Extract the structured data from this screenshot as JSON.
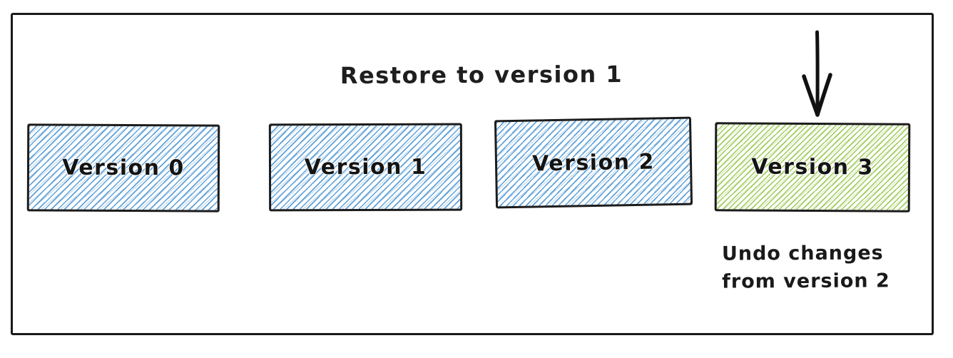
{
  "title": "Restore to version 1",
  "boxes": [
    {
      "label": "Version 0",
      "fill": "blue"
    },
    {
      "label": "Version 1",
      "fill": "blue"
    },
    {
      "label": "Version 2",
      "fill": "blue"
    },
    {
      "label": "Version 3",
      "fill": "green"
    }
  ],
  "annotation": {
    "line1": "Undo changes",
    "line2": "from version 2"
  },
  "icons": {
    "arrow": "down-arrow"
  },
  "colors": {
    "ink": "#1a1a1a",
    "blue_hatch": "#4f97d4",
    "green_hatch": "#8fc43f",
    "background": "#ffffff"
  }
}
